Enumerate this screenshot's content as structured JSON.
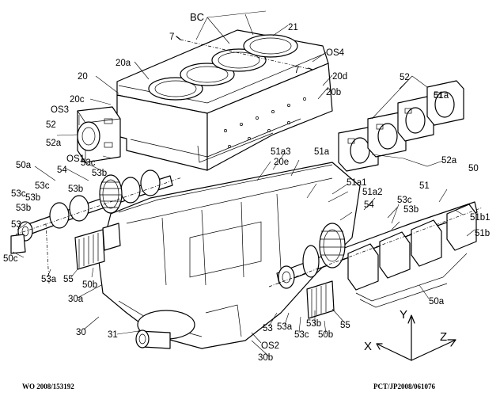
{
  "footer": {
    "publication_number": "WO 2008/153192",
    "application_number": "PCT/JP2008/061076"
  },
  "axes": {
    "x": "X",
    "y": "Y",
    "z": "Z"
  },
  "labels": {
    "BC": "BC",
    "21": "21",
    "7_top": "7",
    "7_right": "7",
    "OS4": "OS4",
    "20a": "20a",
    "20": "20",
    "20d": "20d",
    "52_top": "52",
    "OS3": "OS3",
    "20c": "20c",
    "20b": "20b",
    "51a_right": "51a",
    "52_left": "52",
    "52a_left": "52a",
    "OS1": "OS1",
    "20e": "20e",
    "51a3": "51a3",
    "51a": "51a",
    "52a_right": "52a",
    "50_right": "50",
    "50a_left": "50a",
    "54_left": "54",
    "53c_a": "53c",
    "53b_a": "53b",
    "51a1": "51a1",
    "51a2": "51a2",
    "51": "51",
    "53c_b": "53c",
    "53c_c": "53c",
    "53b_b": "53b",
    "53b_c": "53b",
    "54_mid": "54",
    "53c_right": "53c",
    "53b_right": "53b",
    "51b1": "51b1",
    "53b_d": "53b",
    "53_left": "53",
    "51b": "51b",
    "50c": "50c",
    "53a_left": "53a",
    "55_left": "55",
    "50b_left": "50b",
    "50a_right": "50a",
    "30a": "30a",
    "30": "30",
    "31": "31",
    "53_bottom": "53",
    "53a_bottom": "53a",
    "53c_bottom": "53c",
    "53b_bottom": "53b",
    "50b_bottom": "50b",
    "55_bottom": "55",
    "OS2": "OS2",
    "30b": "30b"
  }
}
